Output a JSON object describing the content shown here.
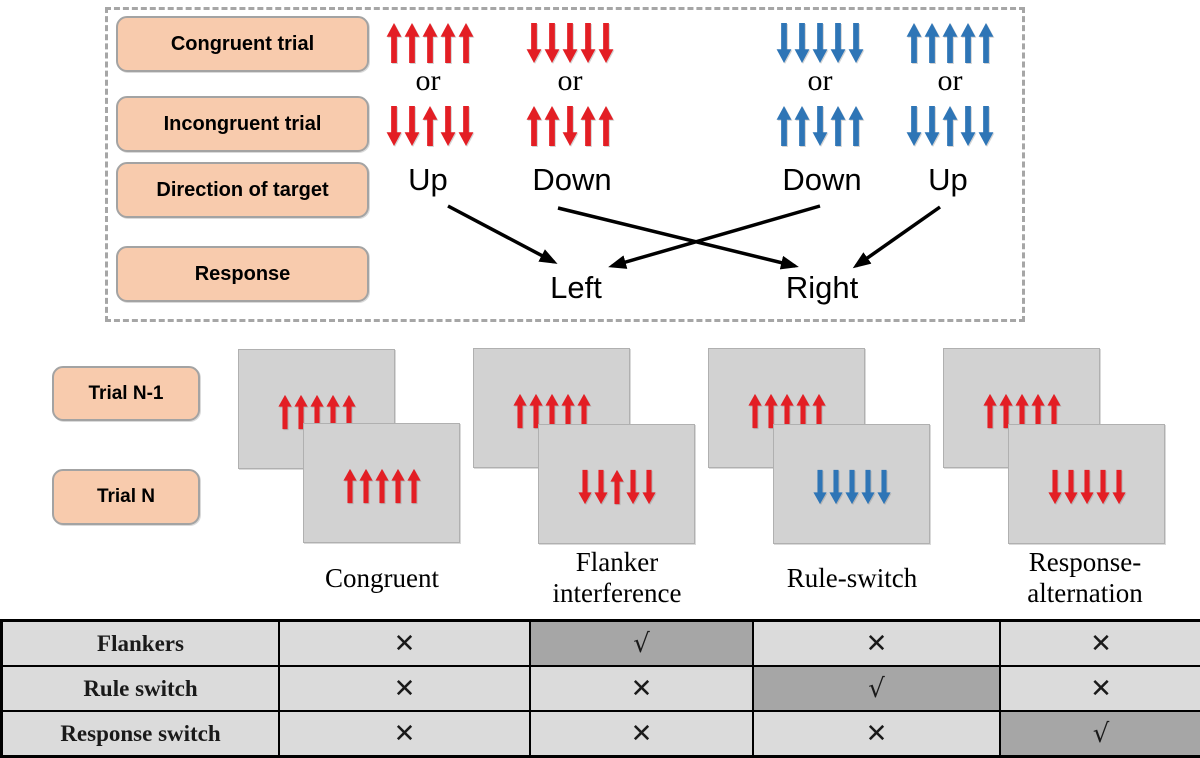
{
  "colors": {
    "red": "#e31e24",
    "blue": "#2e75b6",
    "peach": "#f8cbad",
    "card_gray": "#d2d2d2",
    "cell_light": "#dbdbdb",
    "cell_dark": "#a6a6a6"
  },
  "top_box": {
    "row_labels": [
      "Congruent trial",
      "Incongruent trial",
      "Direction of target",
      "Response"
    ],
    "columns": [
      {
        "congruent": "↑↑↑↑↑",
        "or": "or",
        "incongruent": "↓↓↑↓↓",
        "color": "red",
        "direction": "Up"
      },
      {
        "congruent": "↓↓↓↓↓",
        "or": "or",
        "incongruent": "↑↑↓↑↑",
        "color": "red",
        "direction": "Down"
      },
      {
        "congruent": "↓↓↓↓↓",
        "or": "or",
        "incongruent": "↑↑↓↑↑",
        "color": "blue",
        "direction": "Down"
      },
      {
        "congruent": "↑↑↑↑↑",
        "or": "or",
        "incongruent": "↓↓↑↓↓",
        "color": "blue",
        "direction": "Up"
      }
    ],
    "responses": [
      "Left",
      "Right"
    ]
  },
  "trials": {
    "row_labels": [
      "Trial N-1",
      "Trial N"
    ],
    "conditions": [
      {
        "label_lines": [
          "Congruent"
        ],
        "n1": {
          "pattern": "↑↑↑↑↑",
          "color": "red"
        },
        "n": {
          "pattern": "↑↑↑↑↑",
          "color": "red"
        }
      },
      {
        "label_lines": [
          "Flanker",
          "interference"
        ],
        "n1": {
          "pattern": "↑↑↑↑↑",
          "color": "red"
        },
        "n": {
          "pattern": "↓↓↑↓↓",
          "color": "red"
        }
      },
      {
        "label_lines": [
          "Rule-switch"
        ],
        "n1": {
          "pattern": "↑↑↑↑↑",
          "color": "red"
        },
        "n": {
          "pattern": "↓↓↓↓↓",
          "color": "blue"
        }
      },
      {
        "label_lines": [
          "Response-",
          "alternation"
        ],
        "n1": {
          "pattern": "↑↑↑↑↑",
          "color": "red"
        },
        "n": {
          "pattern": "↓↓↓↓↓",
          "color": "red"
        }
      }
    ]
  },
  "table": {
    "row_headers": [
      "Flankers",
      "Rule switch",
      "Response switch"
    ],
    "rows": [
      [
        "✕",
        "√",
        "✕",
        "✕"
      ],
      [
        "✕",
        "✕",
        "√",
        "✕"
      ],
      [
        "✕",
        "✕",
        "✕",
        "√"
      ]
    ]
  }
}
